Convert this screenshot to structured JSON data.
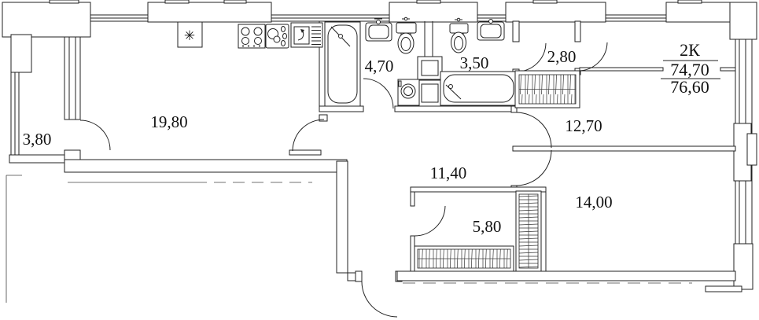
{
  "title_block": {
    "type": "2К",
    "area_top": "74,70",
    "area_bottom": "76,60"
  },
  "rooms": [
    {
      "id": "balcony",
      "area": "3,80"
    },
    {
      "id": "kitchen-living",
      "area": "19,80"
    },
    {
      "id": "bathroom-1",
      "area": "4,70"
    },
    {
      "id": "bathroom-2",
      "area": "3,50"
    },
    {
      "id": "dressing",
      "area": "2,80"
    },
    {
      "id": "bedroom-1",
      "area": "12,70"
    },
    {
      "id": "hallway",
      "area": "11,40"
    },
    {
      "id": "wardrobe",
      "area": "5,80"
    },
    {
      "id": "bedroom-2",
      "area": "14,00"
    }
  ],
  "symbols": {
    "fridge": "✳"
  },
  "fixtures": [
    "fridge-icon",
    "stove-icon",
    "kitchen-sink-icon",
    "kitchen-cabinet-icon",
    "bathtub-icon",
    "sink-icon",
    "toilet-icon",
    "washing-machine-icon",
    "wardrobe-hatch",
    "door-arc",
    "window"
  ],
  "colors": {
    "line": "#222222",
    "background": "#ffffff"
  }
}
